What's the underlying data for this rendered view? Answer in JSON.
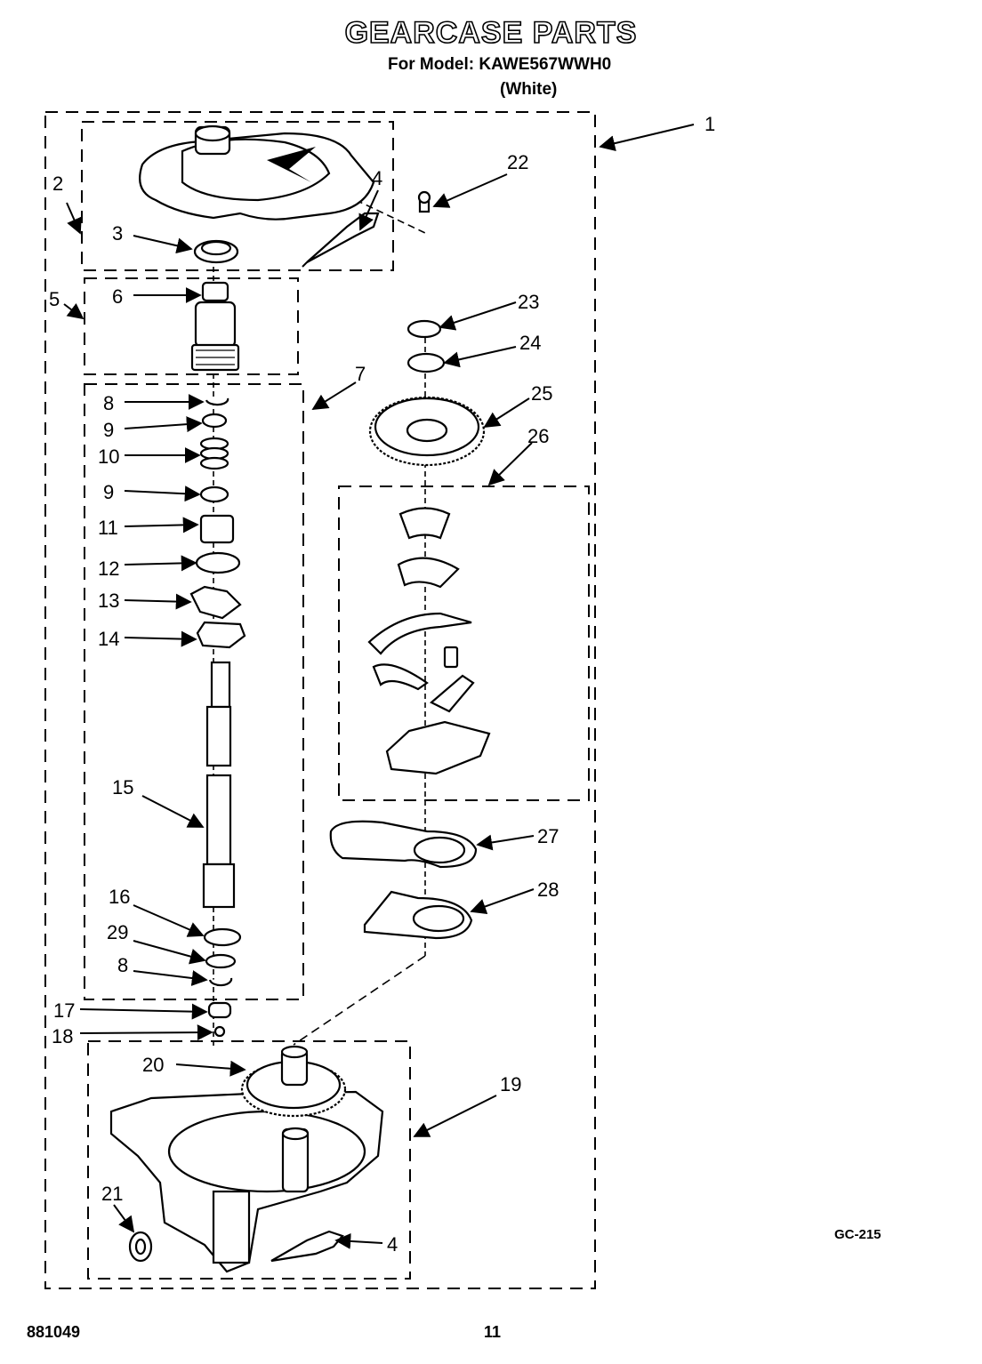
{
  "header": {
    "title": "GEARCASE PARTS",
    "model_line": "For Model: KAWE567WWH0",
    "color_line": "(White)"
  },
  "footer": {
    "doc_number": "881049",
    "page_number": "11",
    "diagram_code": "GC-215"
  },
  "callouts": {
    "c1": "1",
    "c2": "2",
    "c3": "3",
    "c4a": "4",
    "c4b": "4",
    "c5": "5",
    "c6": "6",
    "c7": "7",
    "c8a": "8",
    "c8b": "8",
    "c9a": "9",
    "c9b": "9",
    "c10": "10",
    "c11": "11",
    "c12": "12",
    "c13": "13",
    "c14": "14",
    "c15": "15",
    "c16": "16",
    "c17": "17",
    "c18": "18",
    "c19": "19",
    "c20": "20",
    "c21": "21",
    "c22": "22",
    "c23": "23",
    "c24": "24",
    "c25": "25",
    "c26": "26",
    "c27": "27",
    "c28": "28",
    "c29": "29"
  }
}
